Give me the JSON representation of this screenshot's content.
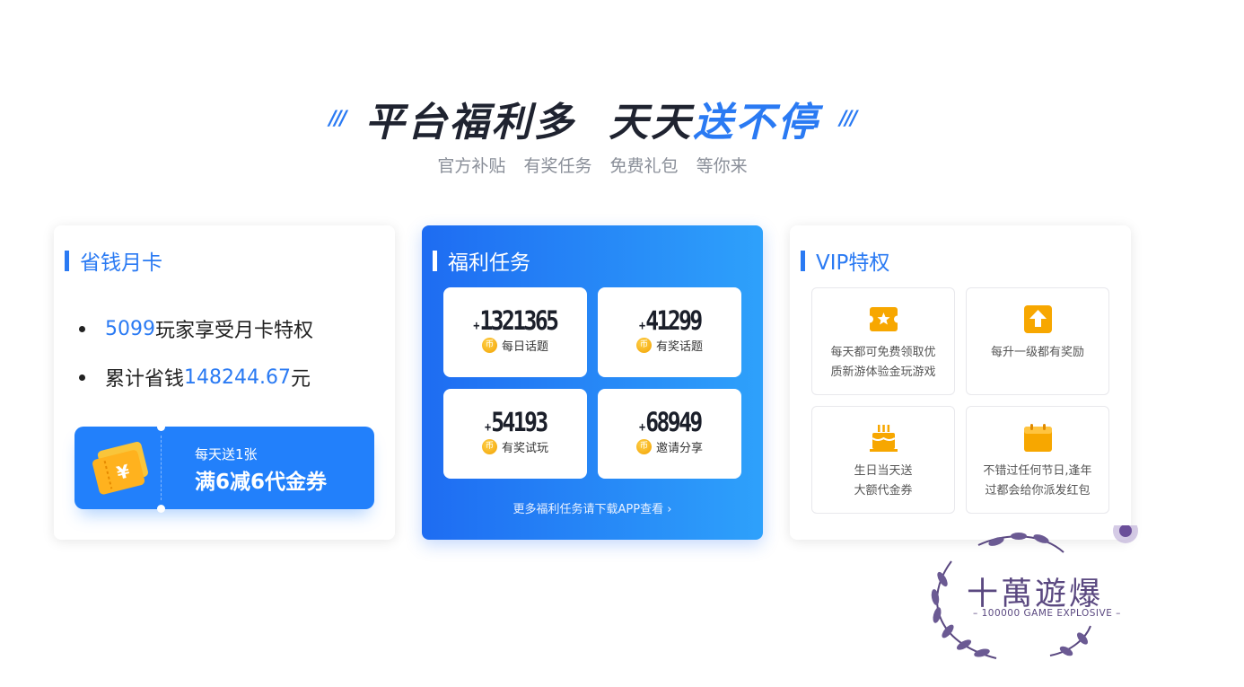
{
  "hero": {
    "title_dark": "平台福利多  天天",
    "title_blue": "送不停",
    "subtitle": [
      "官方补贴",
      "有奖任务",
      "免费礼包",
      "等你来"
    ]
  },
  "monthly_card": {
    "title": "省钱月卡",
    "line1_num": "5099",
    "line1_text": "玩家享受月卡特权",
    "line2_text": "累计省钱",
    "line2_num": "148244.67",
    "line2_unit": "元",
    "coupon_small": "每天送1张",
    "coupon_big": "满6减6代金券",
    "coupon_symbol": "¥"
  },
  "welfare_tasks": {
    "title": "福利任务",
    "items": [
      {
        "value": "1321365",
        "label": "每日话题"
      },
      {
        "value": "41299",
        "label": "有奖话题"
      },
      {
        "value": "54193",
        "label": "有奖试玩"
      },
      {
        "value": "68949",
        "label": "邀请分享"
      }
    ],
    "coin_glyph": "币",
    "more_link": "更多福利任务请下载APP查看"
  },
  "vip": {
    "title": "VIP特权",
    "items": [
      {
        "icon": "ticket-star-icon",
        "line1": "每天都可免费领取优",
        "line2": "质新游体验金玩游戏"
      },
      {
        "icon": "level-up-icon",
        "line1": "每升一级都有奖励",
        "line2": ""
      },
      {
        "icon": "birthday-cake-icon",
        "line1": "生日当天送",
        "line2": "大额代金券"
      },
      {
        "icon": "calendar-gift-icon",
        "line1": "不错过任何节日,逢年",
        "line2": "过都会给你派发红包"
      }
    ]
  },
  "watermark": {
    "text": "十萬遊爆",
    "sub": "– 100000 GAME EXPLOSIVE –"
  },
  "colors": {
    "accent": "#2a7af3",
    "gold": "#f7a700",
    "ink": "#1f2330"
  }
}
